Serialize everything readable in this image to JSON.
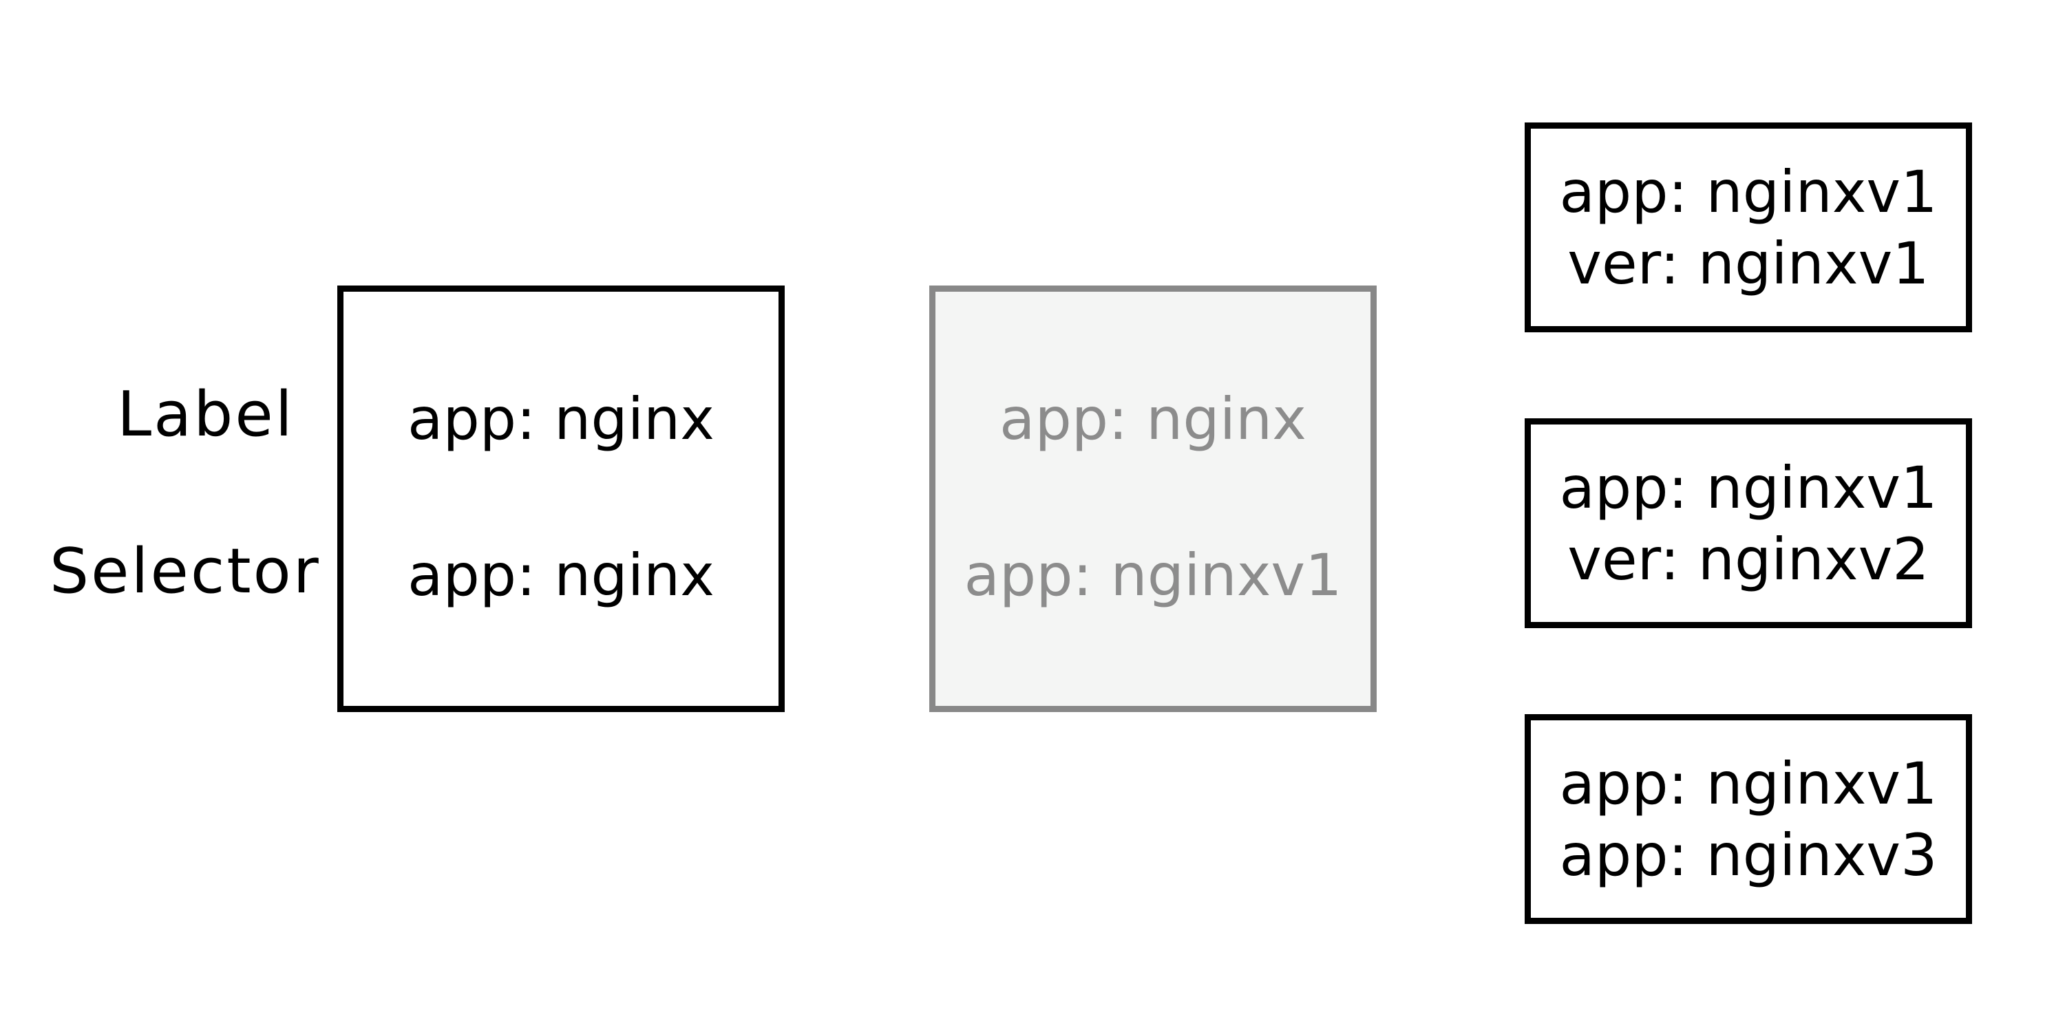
{
  "labels": {
    "label": "Label",
    "selector": "Selector"
  },
  "main_box": {
    "label_value": "app: nginx",
    "selector_value": "app: nginx"
  },
  "faded_box": {
    "label_value": "app: nginx",
    "selector_value": "app: nginxv1"
  },
  "pods": [
    {
      "line1": "app: nginxv1",
      "line2": "ver: nginxv1"
    },
    {
      "line1": "app: nginxv1",
      "line2": "ver: nginxv2"
    },
    {
      "line1": "app: nginxv1",
      "line2": "app: nginxv3"
    }
  ],
  "colors": {
    "border_dark": "#000000",
    "border_faded": "#888888",
    "faded_fill": "#f4f5f4",
    "faded_text": "#8c8c8c"
  }
}
